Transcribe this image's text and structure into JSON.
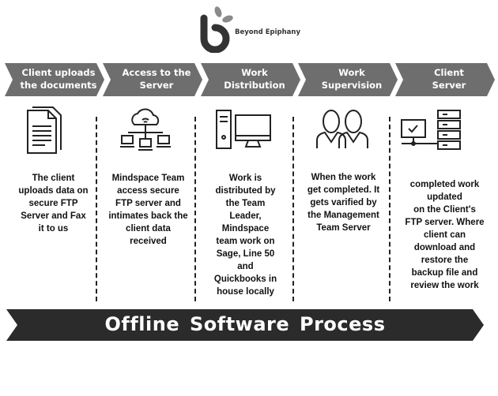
{
  "logo": {
    "brand": "Beyond Epiphany"
  },
  "steps": [
    {
      "title": [
        "Client uploads",
        "the documents"
      ],
      "icon": "document-icon",
      "description": [
        "The client",
        "uploads data on",
        "secure FTP",
        "Server and Fax",
        "it to us"
      ]
    },
    {
      "title": [
        "Access to the",
        "Server"
      ],
      "icon": "cloud-network-icon",
      "description": [
        "Mindspace Team",
        "access secure",
        "FTP server and",
        "intimates back the",
        "client data",
        "received"
      ]
    },
    {
      "title": [
        "Work",
        "Distribution"
      ],
      "icon": "desktop-computer-icon",
      "description": [
        "Work is",
        "distributed by",
        "the Team",
        "Leader,",
        "Mindspace",
        "team  work on",
        "Sage, Line 50",
        "and",
        "Quickbooks in",
        "house locally"
      ]
    },
    {
      "title": [
        "Work",
        "Supervision"
      ],
      "icon": "team-users-icon",
      "description": [
        "When the work",
        "get completed. It",
        "gets varified by",
        "the Management",
        "Team  Server"
      ]
    },
    {
      "title": [
        "Client",
        "Server"
      ],
      "icon": "server-icon",
      "description": [
        "completed work",
        "updated",
        "on the Client's",
        "FTP server. Where",
        "client can",
        "download and",
        "restore the",
        "backup file and",
        "review the work"
      ]
    }
  ],
  "banner": {
    "title": "Offline  Software  Process"
  },
  "colors": {
    "chevron": "#6e6e6e",
    "banner": "#2b2b2b",
    "text": "#111111"
  }
}
